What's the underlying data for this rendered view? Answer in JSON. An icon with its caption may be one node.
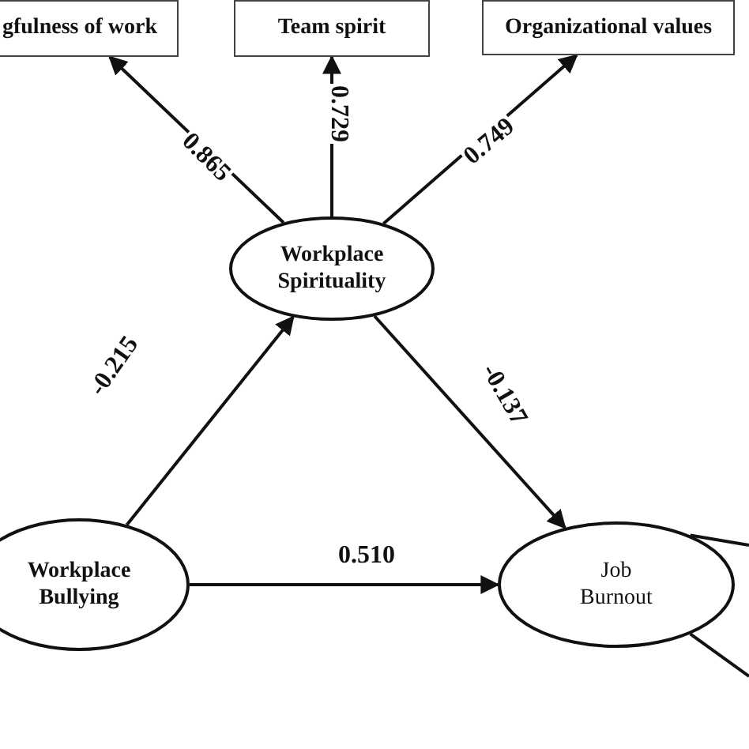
{
  "diagram": {
    "nodes": [
      {
        "text": [
          "gfulness of work"
        ]
      },
      {
        "text": [
          "Team spirit"
        ]
      },
      {
        "text": [
          "Organizational values"
        ]
      },
      {
        "text": [
          "Workplace Spirituality"
        ]
      },
      {
        "text": [
          "Job Burnout"
        ]
      },
      {
        "text": [
          "Workplace Bullying"
        ]
      }
    ],
    "edges": [
      {
        "from": 3,
        "to": 0,
        "arrow": "to",
        "label": "0.865"
      },
      {
        "from": 3,
        "to": 1,
        "arrow": "to",
        "label": "0.729"
      },
      {
        "from": 3,
        "to": 2,
        "arrow": "to",
        "label": "0.749"
      },
      {
        "from": 5,
        "to": 3,
        "arrow": "to",
        "label": "-0.215"
      },
      {
        "from": 3,
        "to": 4,
        "arrow": "to",
        "label": "-0.137"
      },
      {
        "from": 5,
        "to": 4,
        "arrow": "to",
        "label": "0.510"
      },
      {
        "from": 4,
        "to": null,
        "arrow": "none"
      },
      {
        "from": 4,
        "to": null,
        "arrow": "none"
      }
    ]
  }
}
